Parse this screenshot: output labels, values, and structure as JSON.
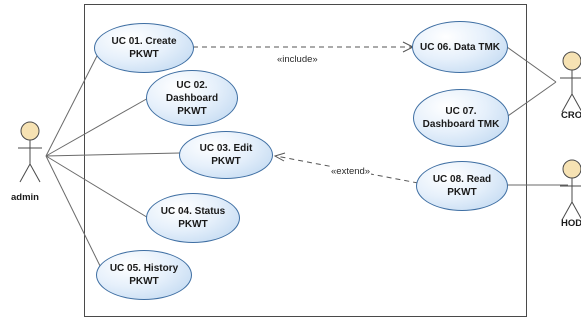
{
  "diagram": {
    "actors": [
      {
        "id": "admin",
        "label": "admin"
      },
      {
        "id": "cro",
        "label": "CRO"
      },
      {
        "id": "hod",
        "label": "HOD"
      }
    ],
    "use_cases": [
      {
        "id": "uc01",
        "label": "UC 01. Create\nPKWT"
      },
      {
        "id": "uc02",
        "label": "UC 02.\nDashboard\nPKWT"
      },
      {
        "id": "uc03",
        "label": "UC 03. Edit\nPKWT"
      },
      {
        "id": "uc04",
        "label": "UC 04. Status\nPKWT"
      },
      {
        "id": "uc05",
        "label": "UC 05. History\nPKWT"
      },
      {
        "id": "uc06",
        "label": "UC 06. Data TMK"
      },
      {
        "id": "uc07",
        "label": "UC 07.\nDashboard TMK"
      },
      {
        "id": "uc08",
        "label": "UC 08. Read\nPKWT"
      }
    ],
    "relationships": [
      {
        "from": "uc01",
        "to": "uc06",
        "stereotype": "«include»"
      },
      {
        "from": "uc08",
        "to": "uc03",
        "stereotype": "«extend»"
      }
    ],
    "colors": {
      "usecase_border": "#3f6fa3",
      "usecase_fill": "#b9d4ef",
      "actor_fill": "#f6e2b3",
      "line": "#555555"
    }
  }
}
